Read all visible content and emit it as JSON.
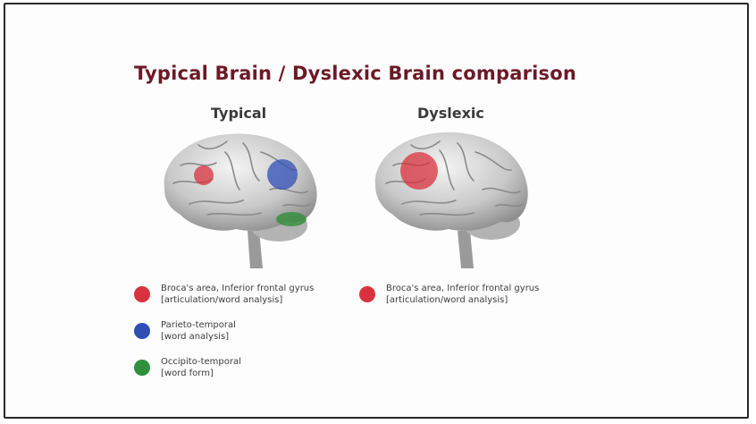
{
  "title": "Typical Brain / Dyslexic Brain comparison",
  "columns": {
    "typical": "Typical",
    "dyslexic": "Dyslexic"
  },
  "colors": {
    "title": "#6b1a26",
    "broca": "#d8323e",
    "parieto": "#2f4fb5",
    "occipito": "#2f8f3a"
  },
  "legend_typical": [
    {
      "line1": "Broca's area, Inferior frontal gyrus",
      "line2": "[articulation/word analysis]"
    },
    {
      "line1": "Parieto-temporal",
      "line2": "[word analysis]"
    },
    {
      "line1": "Occipito-temporal",
      "line2": "[word form]"
    }
  ],
  "legend_dyslexic": [
    {
      "line1": "Broca's area, Inferior frontal gyrus",
      "line2": "[articulation/word analysis]"
    }
  ]
}
